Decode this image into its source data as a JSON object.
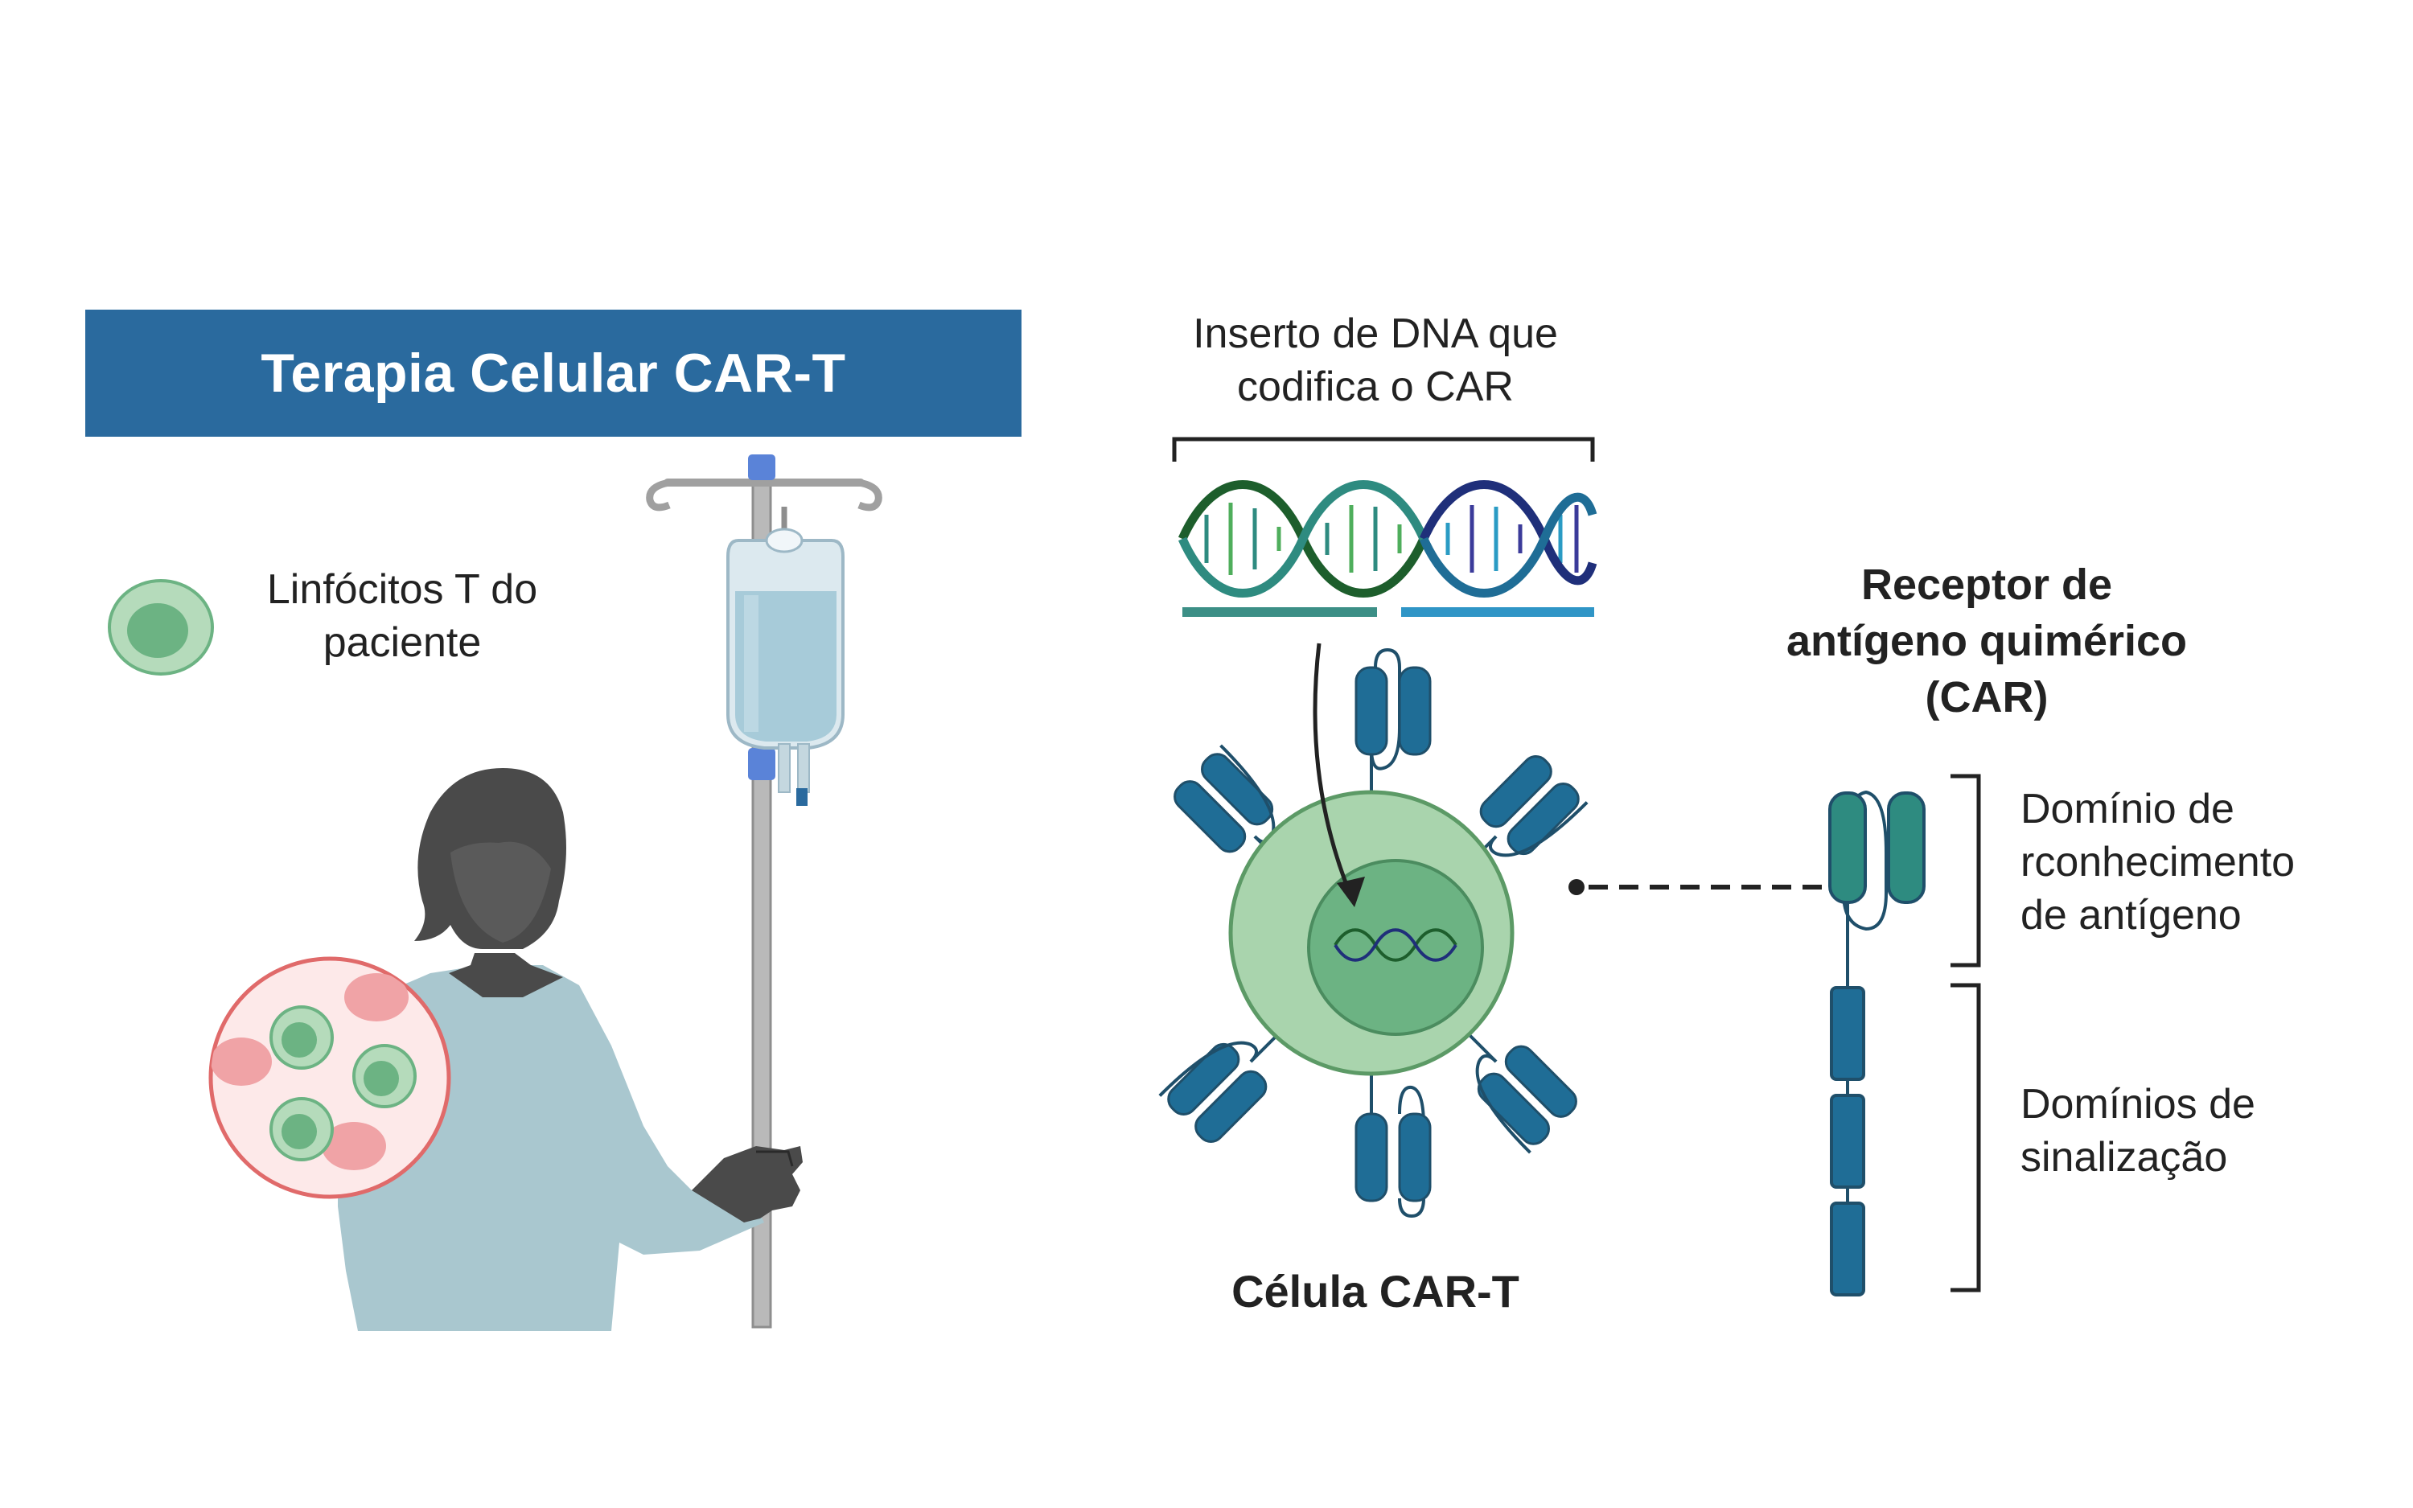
{
  "title": "Terapia Celular CAR-T",
  "legend": {
    "label_line1": "Linfócitos T do",
    "label_line2": "paciente"
  },
  "dna_insert": {
    "line1": "Inserto de DNA que",
    "line2": "codifica o CAR"
  },
  "car_heading": {
    "line1": "Receptor de",
    "line2": "antígeno quimérico",
    "line3": "(CAR)"
  },
  "domains": {
    "recognition": {
      "line1": "Domínio de",
      "line2": "rconhecimento",
      "line3": "de antígeno"
    },
    "signaling": {
      "line1": "Domínios de",
      "line2": "sinalização"
    }
  },
  "cell_label": "Célula CAR-T",
  "colors": {
    "banner": "#2a6a9e",
    "receptor_blue": "#1f6d96",
    "receptor_teal": "#2e8b80",
    "cell_outer": "#a9d4ad",
    "cell_nucleus": "#6cb383",
    "patient_gown": "#a9c7cf",
    "patient_skin": "#4a4a4a",
    "red_cell": "#f0a3a6",
    "iv_bag": "#bcd8e4"
  }
}
